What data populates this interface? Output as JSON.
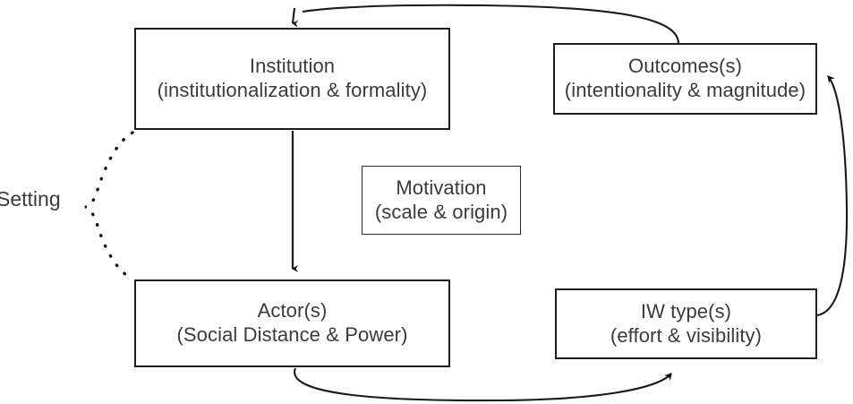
{
  "diagram": {
    "title_text": "",
    "colors": {
      "box_border": "#1d1d1d",
      "thin_box_border": "#2a2a2a",
      "text": "#3b3b3b",
      "edge": "#1a1a1a",
      "background": "#ffffff"
    },
    "nodes": [
      {
        "id": "institution",
        "line1": "Institution",
        "line2": "(institutionalization & formality)"
      },
      {
        "id": "outcomes",
        "line1": "Outcomes(s)",
        "line2": "(intentionality & magnitude)"
      },
      {
        "id": "motivation",
        "line1": "Motivation",
        "line2": "(scale & origin)"
      },
      {
        "id": "actors",
        "line1": "Actor(s)",
        "line2": "(Social Distance & Power)"
      },
      {
        "id": "iw_types",
        "line1": "IW type(s)",
        "line2": "(effort & visibility)"
      }
    ],
    "labels": {
      "setting": "Setting"
    },
    "edges": [
      {
        "id": "outcomes-to-institution",
        "from": "outcomes",
        "to": "institution",
        "style": "solid-curve",
        "arrowhead": "to"
      },
      {
        "id": "institution-to-actors",
        "from": "institution",
        "to": "actors",
        "style": "solid-straight",
        "arrowhead": "to"
      },
      {
        "id": "actors-to-iwtypes",
        "from": "actors",
        "to": "iw_types",
        "style": "solid-curve",
        "arrowhead": "to"
      },
      {
        "id": "iwtypes-to-outcomes",
        "from": "iw_types",
        "to": "outcomes",
        "style": "solid-curve",
        "arrowhead": "to"
      },
      {
        "id": "setting-brace",
        "from": "institution",
        "to": "actors",
        "style": "dotted-brace",
        "arrowhead": "none",
        "label": "Setting"
      }
    ]
  }
}
